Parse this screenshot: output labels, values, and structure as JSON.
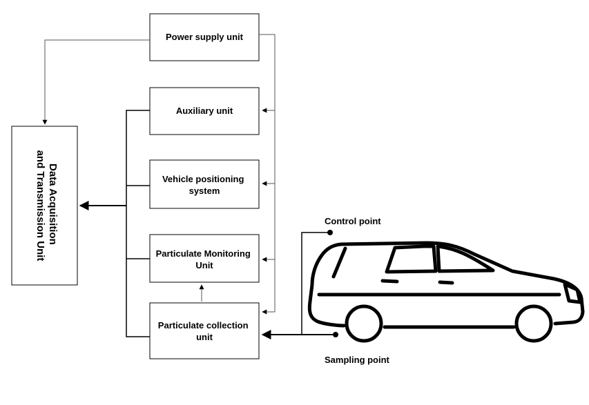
{
  "units": {
    "data_acquisition": [
      "Data Acquisition",
      "and Transmission Unit"
    ],
    "power_supply": [
      "Power supply unit"
    ],
    "auxiliary": [
      "Auxiliary unit"
    ],
    "vehicle_positioning": [
      "Vehicle positioning",
      "system"
    ],
    "particulate_monitoring": [
      "Particulate Monitoring",
      "Unit"
    ],
    "particulate_collection": [
      "Particulate collection",
      "unit"
    ]
  },
  "points": {
    "control": "Control point",
    "sampling": "Sampling point"
  }
}
